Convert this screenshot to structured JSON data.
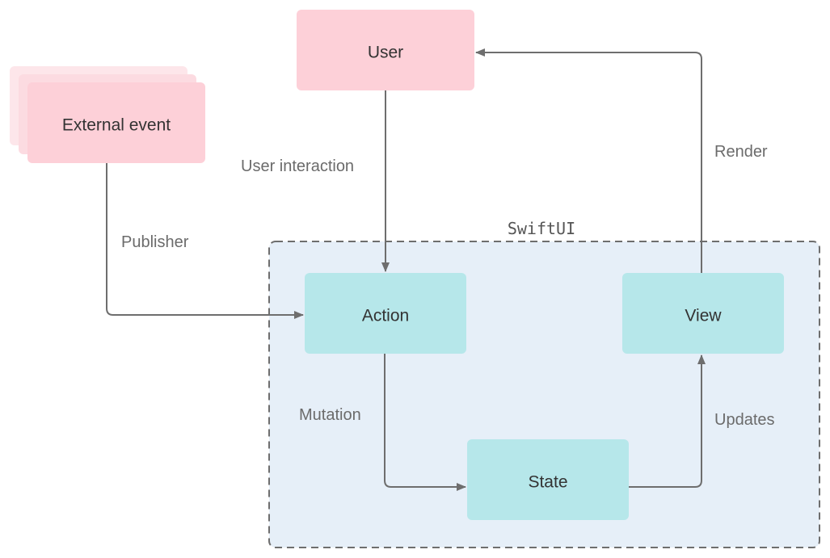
{
  "colors": {
    "user_node": "#fdd0d8",
    "external_stack_back": "#fde6ea",
    "external_stack_mid": "#fcdbe1",
    "external_front": "#fdd0d8",
    "swiftui_node": "#b6e7ea",
    "swiftui_container_fill": "#e6eff8",
    "swiftui_container_border": "#6e6e6e",
    "arrow": "#6e6e6e"
  },
  "nodes": {
    "user": "User",
    "external_event": "External event",
    "action": "Action",
    "view": "View",
    "state": "State"
  },
  "container": {
    "label": "SwiftUI"
  },
  "edges": {
    "user_interaction": "User interaction",
    "publisher": "Publisher",
    "render": "Render",
    "mutation": "Mutation",
    "updates": "Updates"
  }
}
